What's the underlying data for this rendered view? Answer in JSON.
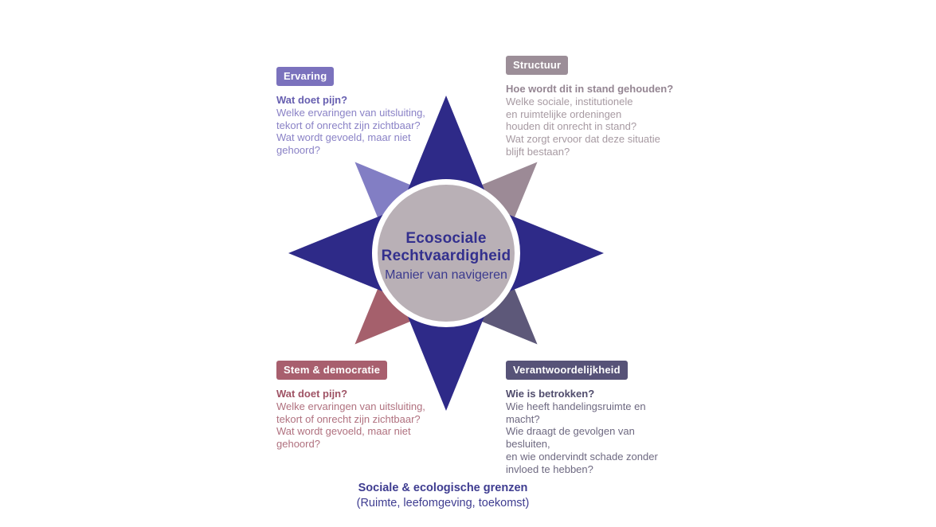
{
  "diagram": {
    "center": {
      "title": "Ecosociale Rechtvaardigheid",
      "subtitle": "Manier van navigeren"
    },
    "colors": {
      "cardinal": "#2e2a88",
      "circle_fill": "#b9b0b6",
      "circle_ring": "#ffffff",
      "center_title": "#33308e",
      "center_subtitle": "#3b3a8e",
      "footer_text": "#3e3c90"
    },
    "quadrants": {
      "tl": {
        "label": "Ervaring",
        "question": "Wat doet pijn?",
        "body": "Welke ervaringen van uitsluiting,\ntekort of onrecht zijn zichtbaar?\nWat wordt gevoeld, maar niet\ngehoord?",
        "accent": "#827ec4",
        "badge_bg": "#7b72bd",
        "question_color": "#675fb0",
        "body_color": "#8a82c6"
      },
      "tr": {
        "label": "Structuur",
        "question": "Hoe wordt dit in stand gehouden?",
        "body": "Welke sociale, institutionele\nen ruimtelijke ordeningen\nhouden dit onrecht in stand?\nWat zorgt ervoor dat deze situatie\nblijft bestaan?",
        "accent": "#9c8a96",
        "badge_bg": "#9c8e98",
        "question_color": "#958693",
        "body_color": "#a79aa2"
      },
      "bl": {
        "label": "Stem & democratie",
        "question": "Wat doet pijn?",
        "body": "Welke ervaringen van uitsluiting,\ntekort of onrecht zijn zichtbaar?\nWat wordt gevoeld, maar niet\ngehoord?",
        "accent": "#a5606c",
        "badge_bg": "#a85f6e",
        "question_color": "#9f5365",
        "body_color": "#b0717f"
      },
      "br": {
        "label": "Verantwoordelijkheid",
        "question": "Wie is betrokken?",
        "body": "Wie heeft handelingsruimte en macht?\nWie draagt de gevolgen van besluiten,\nen wie ondervindt schade zonder\ninvloed te hebben?",
        "accent": "#5d5879",
        "badge_bg": "#575378",
        "question_color": "#504c6c",
        "body_color": "#6e6981"
      }
    },
    "footer": {
      "title": "Sociale & ecologische grenzen",
      "subtitle": "(Ruimte, leefomgeving, toekomst)"
    }
  }
}
